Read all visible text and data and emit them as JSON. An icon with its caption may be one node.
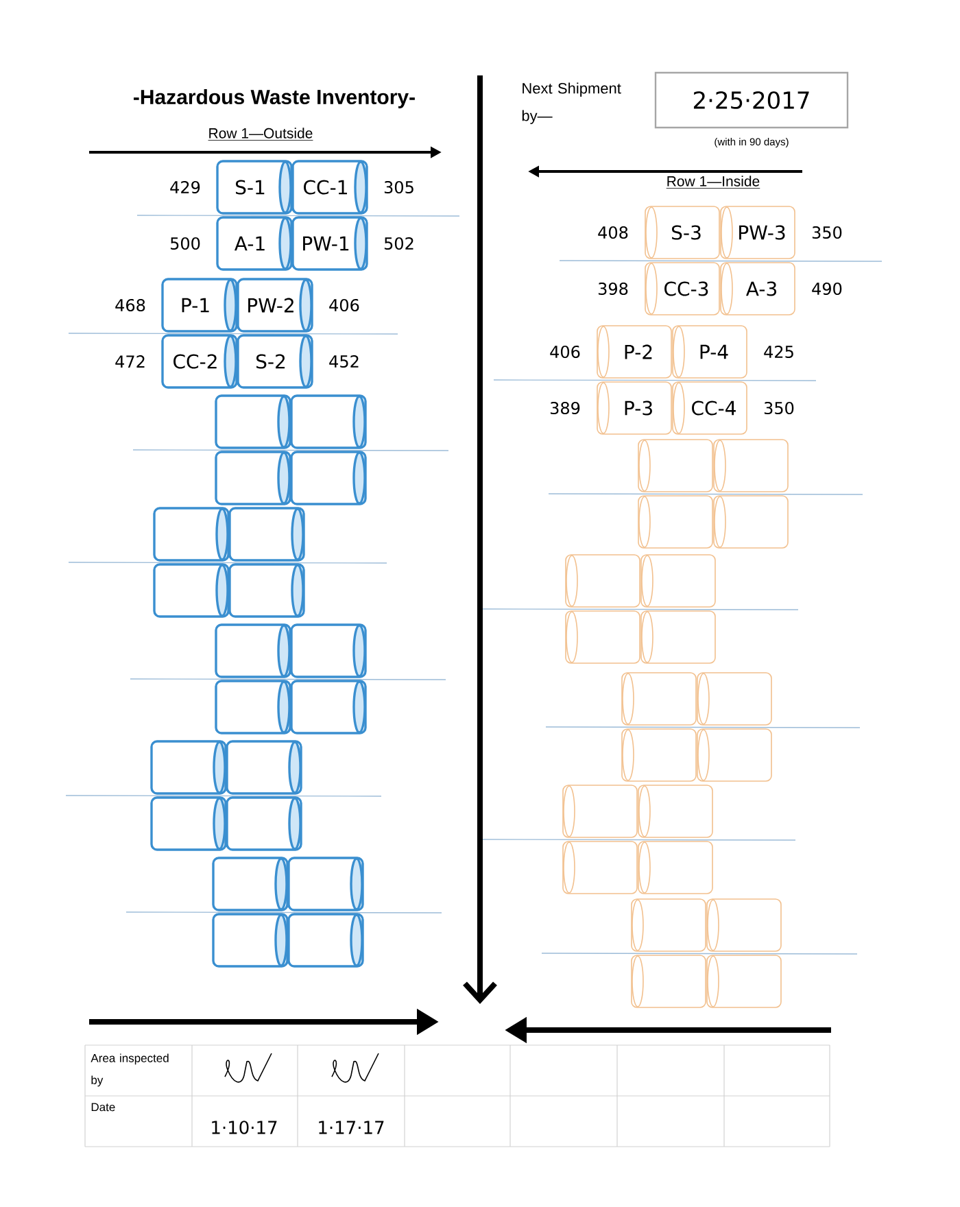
{
  "diagram": {
    "title": "-Hazardous Waste Inventory-",
    "nodes": [
      {
        "text": [
          "2·25·2017"
        ],
        "beside": [
          "(with in 90 days)"
        ]
      },
      {
        "text": [
          "S-1"
        ],
        "beside": [
          "429"
        ]
      },
      {
        "text": [
          "CC-1"
        ],
        "beside": [
          "305"
        ]
      },
      {
        "text": [
          "A-1"
        ],
        "beside": [
          "500"
        ]
      },
      {
        "text": [
          "PW-1"
        ],
        "beside": [
          "502"
        ]
      },
      {
        "text": [
          "P-1"
        ],
        "beside": [
          "468"
        ]
      },
      {
        "text": [
          "PW-2"
        ],
        "beside": [
          "406"
        ]
      },
      {
        "text": [
          "CC-2"
        ],
        "beside": [
          "472"
        ]
      },
      {
        "text": [
          "S-2"
        ],
        "beside": [
          "452"
        ]
      },
      {
        "text": [],
        "shape": "cylinder"
      },
      {
        "text": [],
        "shape": "cylinder"
      },
      {
        "text": [],
        "shape": "cylinder"
      },
      {
        "text": [],
        "shape": "cylinder"
      },
      {
        "text": [],
        "shape": "cylinder"
      },
      {
        "text": [],
        "shape": "cylinder"
      },
      {
        "text": [],
        "shape": "cylinder"
      },
      {
        "text": [],
        "shape": "cylinder"
      },
      {
        "text": [],
        "shape": "cylinder"
      },
      {
        "text": [],
        "shape": "cylinder"
      },
      {
        "text": [],
        "shape": "cylinder"
      },
      {
        "text": [],
        "shape": "cylinder"
      },
      {
        "text": [],
        "shape": "cylinder"
      },
      {
        "text": [],
        "shape": "cylinder"
      },
      {
        "text": [],
        "shape": "cylinder"
      },
      {
        "text": [],
        "shape": "cylinder"
      },
      {
        "text": [],
        "shape": "cylinder"
      },
      {
        "text": [],
        "shape": "cylinder"
      },
      {
        "text": [],
        "shape": "cylinder"
      },
      {
        "text": [],
        "shape": "cylinder"
      },
      {
        "text": [
          "S-3"
        ],
        "beside": [
          "408"
        ]
      },
      {
        "text": [
          "PW-3"
        ],
        "beside": [
          "350"
        ]
      },
      {
        "text": [
          "CC-3"
        ],
        "beside": [
          "398"
        ]
      },
      {
        "text": [
          "A-3"
        ],
        "beside": [
          "490"
        ]
      },
      {
        "text": [
          "P-2"
        ],
        "beside": [
          "406"
        ]
      },
      {
        "text": [
          "P-4"
        ],
        "beside": [
          "425"
        ]
      },
      {
        "text": [
          "P-3"
        ],
        "beside": [
          "389"
        ]
      },
      {
        "text": [
          "CC-4"
        ],
        "beside": [
          "350"
        ]
      },
      {
        "text": [],
        "shape": "cylinder"
      },
      {
        "text": [],
        "shape": "cylinder"
      },
      {
        "text": [],
        "shape": "cylinder"
      },
      {
        "text": [],
        "shape": "cylinder"
      },
      {
        "text": [],
        "shape": "cylinder"
      },
      {
        "text": [],
        "shape": "cylinder"
      },
      {
        "text": [],
        "shape": "cylinder"
      },
      {
        "text": [],
        "shape": "cylinder"
      },
      {
        "text": [],
        "shape": "cylinder"
      },
      {
        "text": [],
        "shape": "cylinder"
      },
      {
        "text": [],
        "shape": "cylinder"
      },
      {
        "text": [],
        "shape": "cylinder"
      },
      {
        "text": [],
        "shape": "cylinder"
      },
      {
        "text": [],
        "shape": "cylinder"
      },
      {
        "text": [],
        "shape": "cylinder"
      },
      {
        "text": [],
        "shape": "cylinder"
      },
      {
        "text": [],
        "shape": "cylinder"
      },
      {
        "text": [],
        "shape": "cylinder"
      },
      {
        "text": [],
        "shape": "cylinder"
      },
      {
        "text": [],
        "shape": "cylinder"
      }
    ],
    "labels": [
      "Row 1—Outside",
      "Next Shipment by—",
      "Row 1—Inside",
      "Area inspected by",
      "Date",
      "1·10·17",
      "1·17·17"
    ]
  }
}
